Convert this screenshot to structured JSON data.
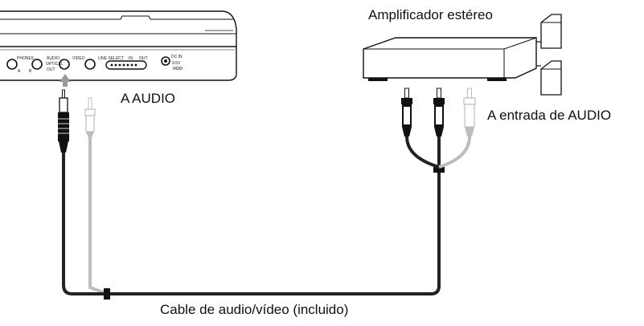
{
  "labels": {
    "amplifier": "Amplificador estéreo",
    "to_audio": "A AUDIO",
    "audio_input": "A entrada de AUDIO",
    "cable": "Cable de audio/vídeo (incluido)"
  },
  "device_panel": {
    "phones": "PHONES",
    "phones_a": "A",
    "phones_b": "B",
    "audio": "AUDIO",
    "optical": "OPTICAL",
    "out": "OUT",
    "video": "VIDEO",
    "line_select": "LINE SELECT",
    "in": "IN",
    "line_out": "OUT",
    "dc_in": "DC IN",
    "voltage": "9.5V"
  },
  "colors": {
    "line": "#111111",
    "cable_dark": "#222222",
    "cable_grey": "#bdbdbd",
    "arrow": "#9a9a9a"
  }
}
